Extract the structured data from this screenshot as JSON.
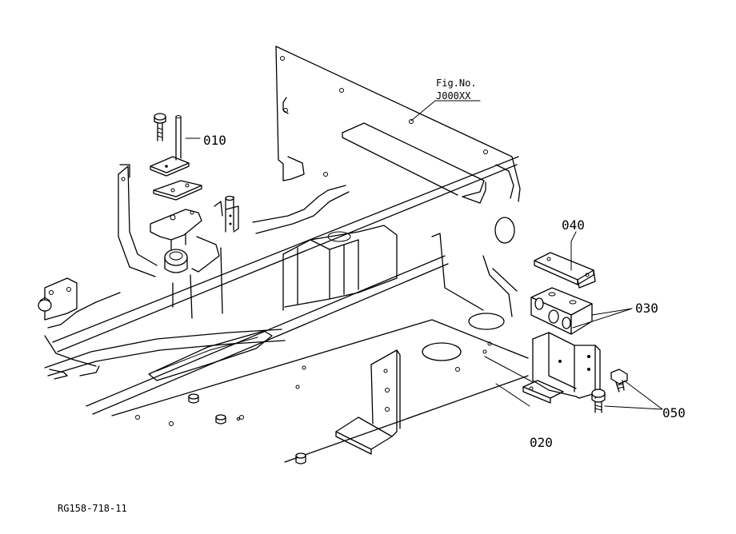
{
  "figure_ref": {
    "line1": "Fig.No.",
    "line2": "J000XX"
  },
  "callouts": {
    "p010": "010",
    "p020": "020",
    "p030": "030",
    "p040": "040",
    "p050": "050"
  },
  "drawing_code": "RG158-718-11"
}
